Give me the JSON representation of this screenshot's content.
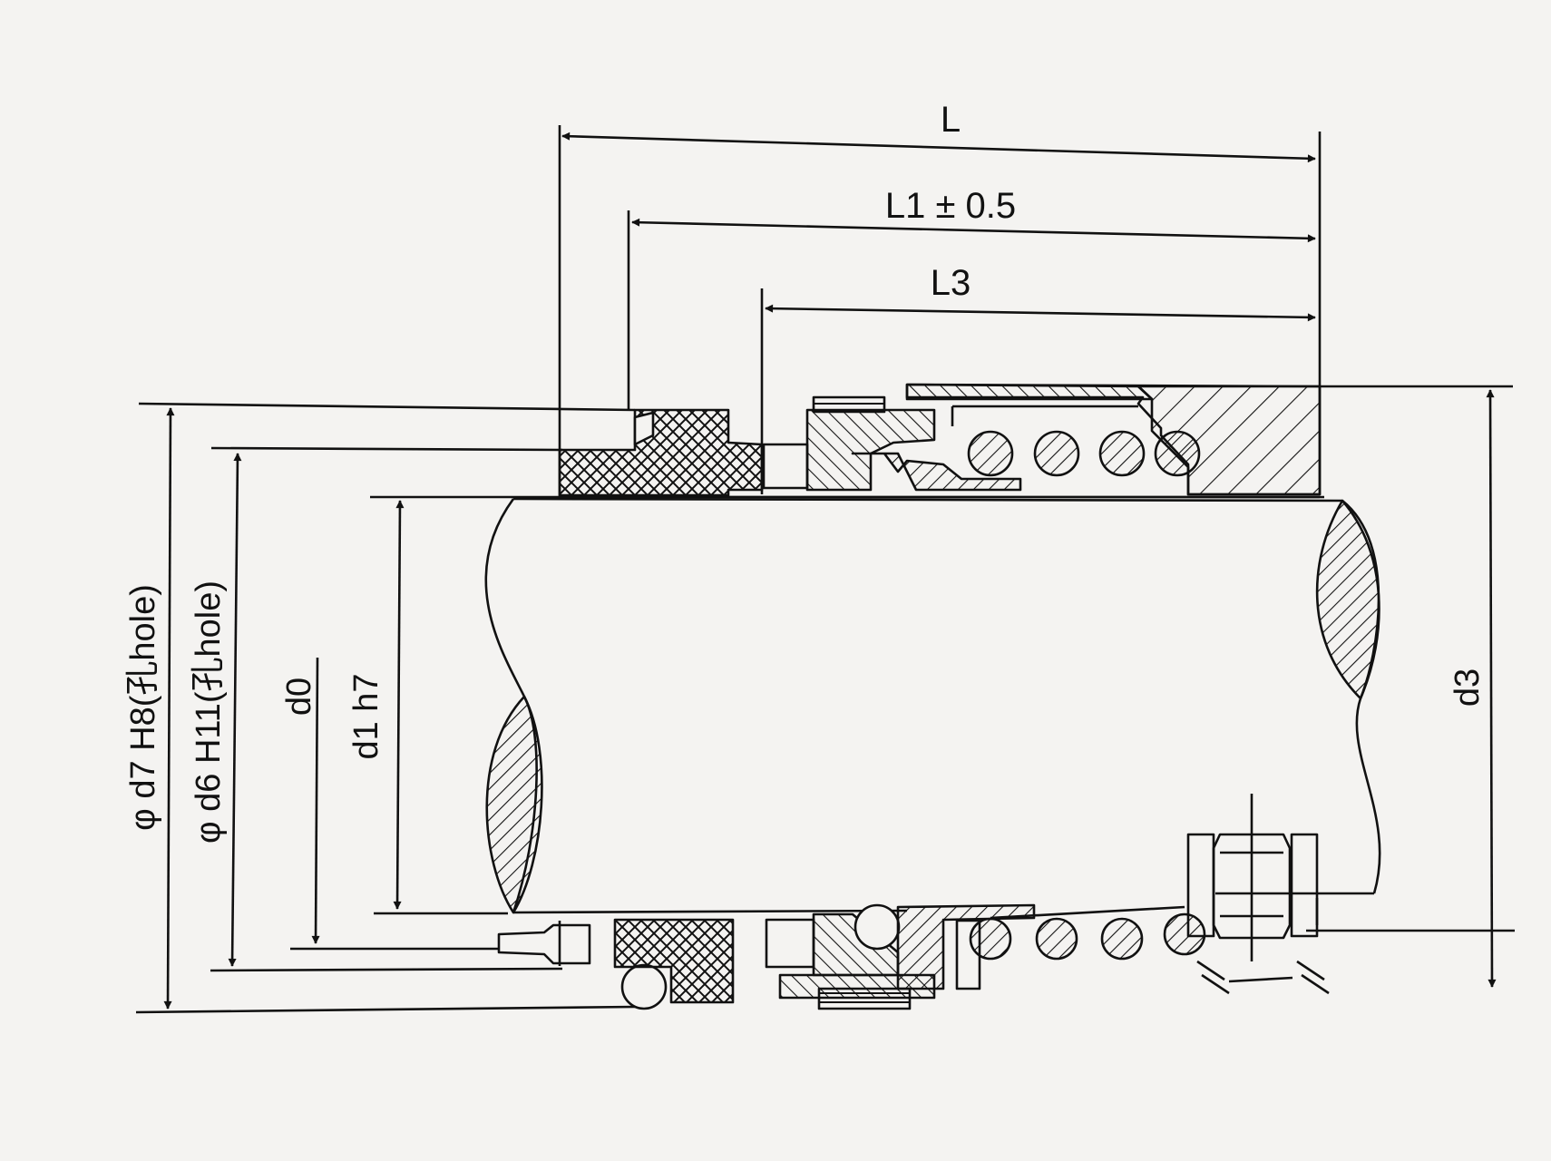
{
  "diagram": {
    "kind": "mechanical seal cross-section drawing",
    "colors": {
      "background": "#f4f3f1",
      "ink": "#111111"
    },
    "labels": {
      "L": "L",
      "L1": "L1 ± 0.5",
      "L3": "L3",
      "d7": "φ d7  H8(孔hole)",
      "d6": "φ d6  H11(孔hole)",
      "d0": "d0",
      "d1": "d1 h7",
      "d3": "d3"
    }
  }
}
